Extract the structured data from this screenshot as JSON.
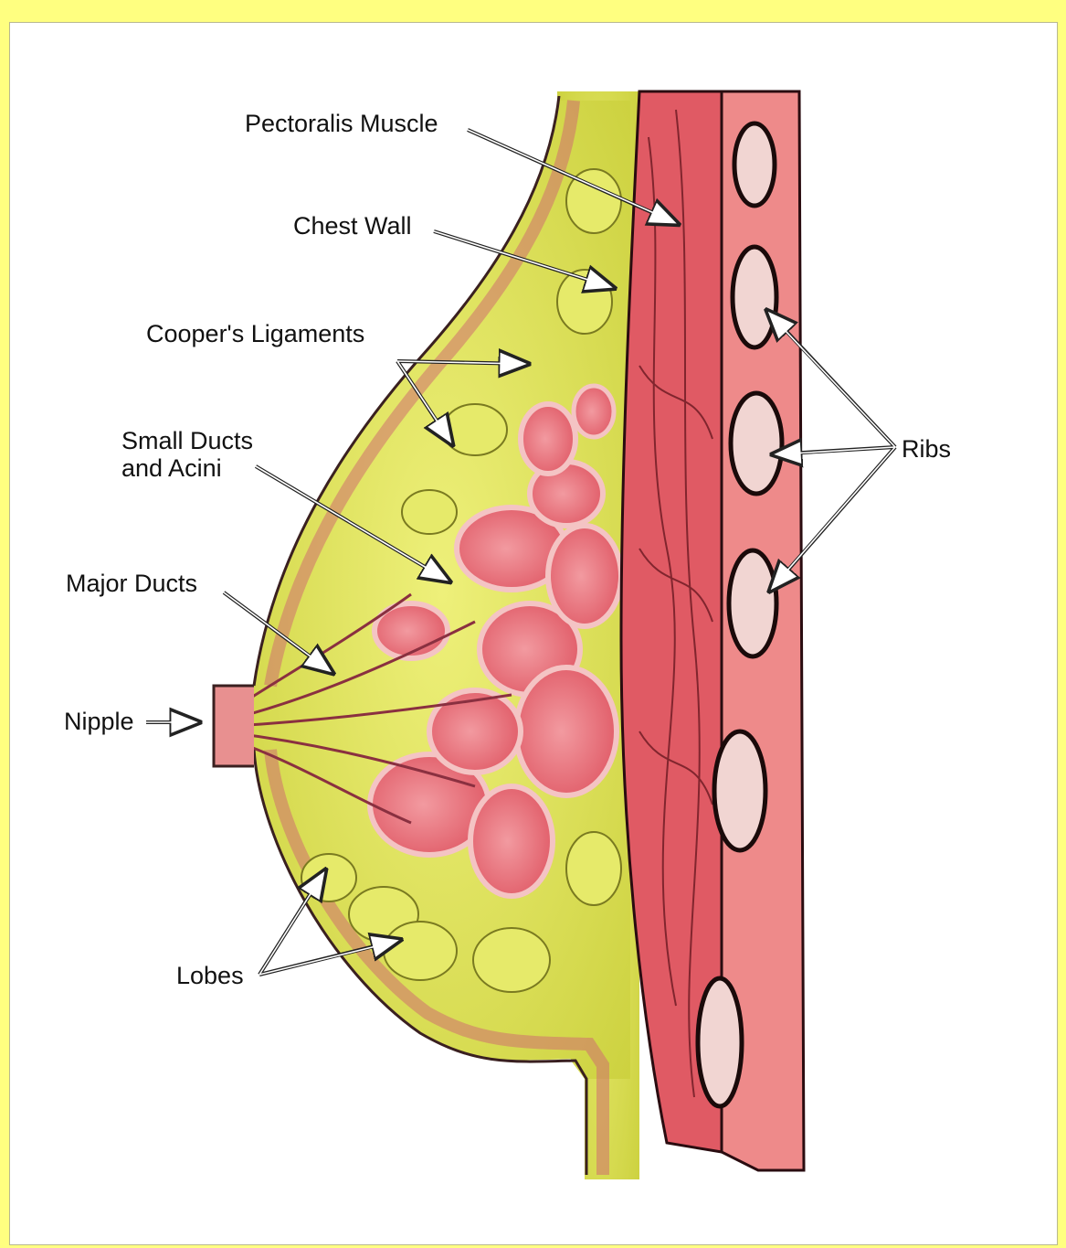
{
  "labels": {
    "pectoralis_muscle": "Pectoralis Muscle",
    "chest_wall": "Chest Wall",
    "coopers_ligaments": "Cooper's Ligaments",
    "small_ducts_line1": "Small Ducts",
    "small_ducts_line2": "and Acini",
    "major_ducts": "Major Ducts",
    "nipple": "Nipple",
    "lobes": "Lobes",
    "ribs": "Ribs"
  },
  "colors": {
    "frame": "#FFFF80",
    "panel": "#FFFFFF",
    "skin": "#E89090",
    "fat": "#DCE15A",
    "gland": "#E8707A",
    "muscle": "#E05A64",
    "rib_band": "#EE8A8A",
    "rib_bone": "#F1D5D2",
    "outline": "#3a2020"
  }
}
